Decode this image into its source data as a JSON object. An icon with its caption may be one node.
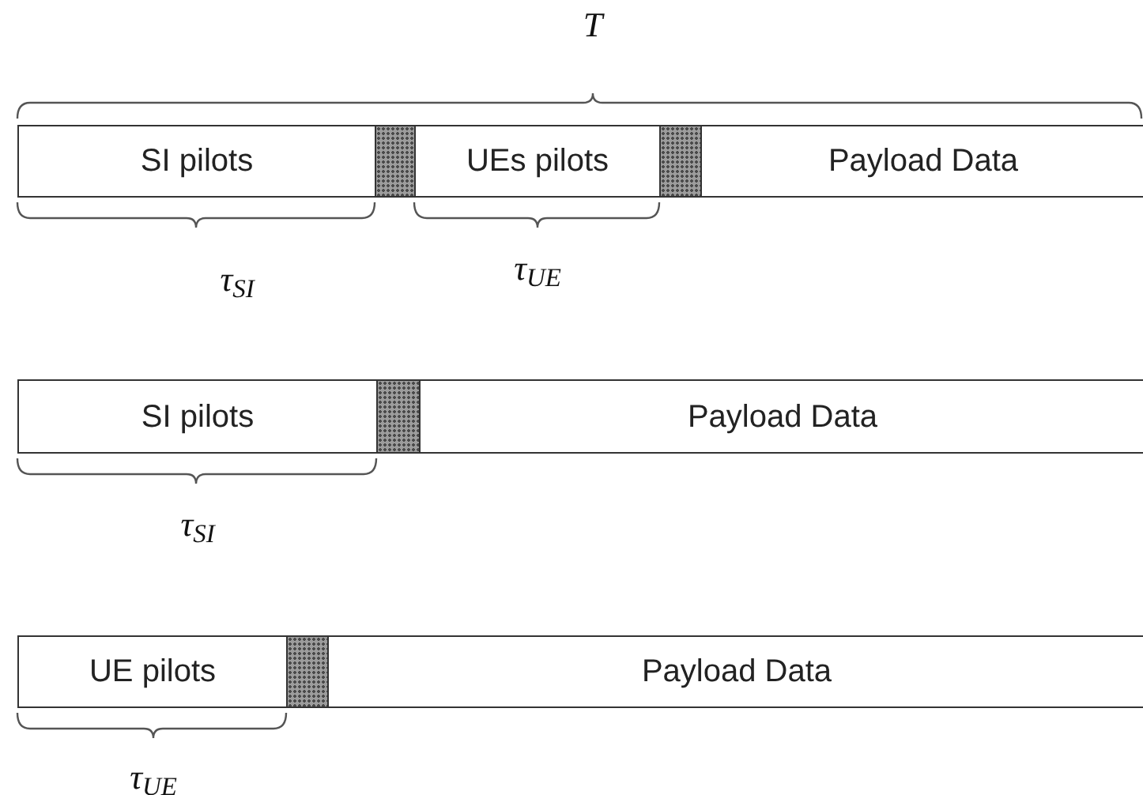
{
  "diagram": {
    "nodes": [
      {
        "text": [
          "SI pilots"
        ]
      },
      {
        "text": [],
        "shape": "box"
      },
      {
        "text": [
          "UEs pilots"
        ]
      },
      {
        "text": [],
        "shape": "box"
      },
      {
        "text": [
          "Payload Data"
        ]
      },
      {
        "text": [
          "SI pilots"
        ]
      },
      {
        "text": [],
        "shape": "box"
      },
      {
        "text": [
          "Payload Data"
        ]
      },
      {
        "text": [
          "UE pilots"
        ]
      },
      {
        "text": [],
        "shape": "box"
      },
      {
        "text": [
          "Payload Data"
        ]
      }
    ],
    "labels": [
      "T",
      "τ$_{SI}$",
      "τ$_{UE}$",
      "τ$_{SI}$",
      "τ$_{UE}$"
    ]
  }
}
